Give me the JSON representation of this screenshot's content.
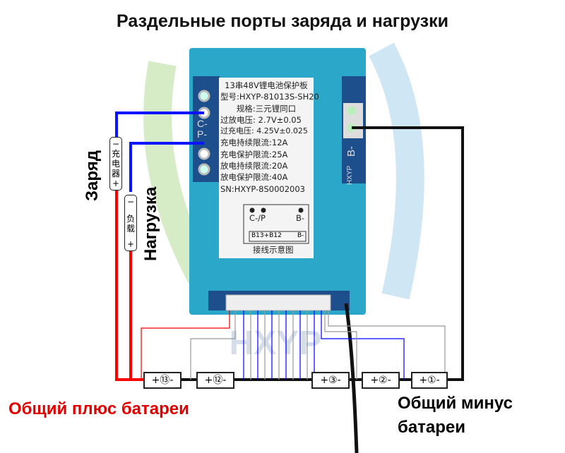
{
  "title": "Раздельные порты заряда и нагрузки",
  "board": {
    "lines": [
      "13串48V锂电池保护板",
      "型号:HXYP-81013S-SH20",
      "规格:三元锂同口",
      "过放电压: 2.7V±0.05",
      "过充电压: 4.25V±0.025",
      "充电持续限流:12A",
      "充电保护限流:25A",
      "放电持续限流:20A",
      "放电保护限流:40A",
      "SN:HXYP-8S0002003"
    ],
    "schematic": {
      "cp": "C-/P",
      "bminus": "B-",
      "b13b12": "B13+B12",
      "bminus2": "B-",
      "caption": "接线示意图"
    },
    "pad_left": "C-\nP-",
    "pad_c": "C-",
    "pad_p": "P-",
    "pad_right": "B-",
    "brand": "HXYP"
  },
  "labels": {
    "charge": "Заряд",
    "load": "Нагрузка",
    "common_plus": "Общий плюс батареи",
    "common_minus_1": "Общий минус",
    "common_minus_2": "батареи"
  },
  "charger_tag": {
    "minus": "−",
    "text1": "充",
    "text2": "电",
    "text3": "器",
    "plus": "+"
  },
  "load_tag": {
    "minus": "−",
    "text1": "负",
    "text2": "载",
    "plus": "+"
  },
  "cells": [
    "+⑬-",
    "+⑫-",
    "+③-",
    "+②-",
    "+①-"
  ],
  "watermark": "HXYP",
  "colors": {
    "board": "#2aa7c9",
    "charge_wire": "#0a14ff",
    "plus_wire": "#ff0000",
    "minus_wire": "#111111",
    "plus_label": "#e00000"
  }
}
